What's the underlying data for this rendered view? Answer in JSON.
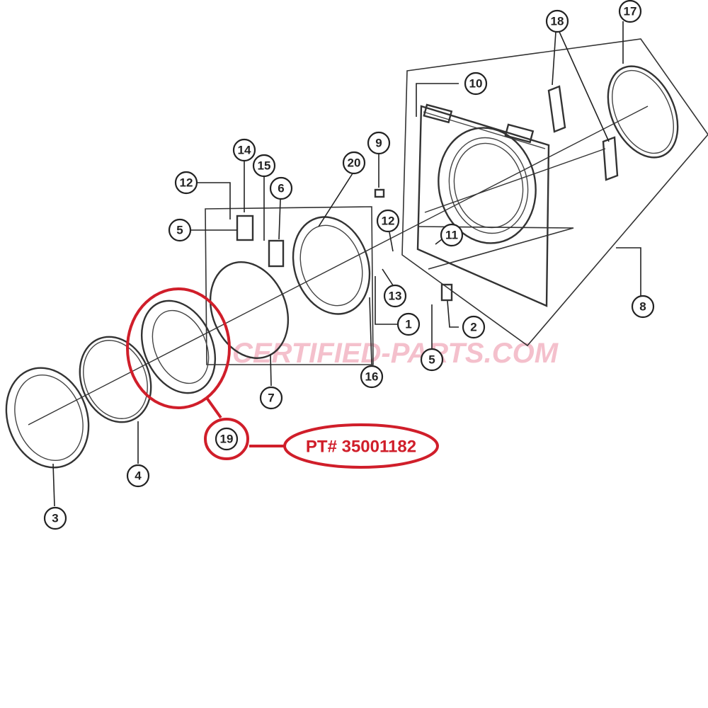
{
  "watermark": "CERTIFIED-PARTS.COM",
  "part_number_label": "PT# 35001182",
  "highlight_color": "#d01e2a",
  "callouts": {
    "c1": "1",
    "c2": "2",
    "c3": "3",
    "c4": "4",
    "c5": "5",
    "c6": "6",
    "c7": "7",
    "c8": "8",
    "c9": "9",
    "c10": "10",
    "c11": "11",
    "c12a": "12",
    "c12b": "12",
    "c13": "13",
    "c14": "14",
    "c15": "15",
    "c16": "16",
    "c17": "17",
    "c18": "18",
    "c19": "19",
    "c20": "20",
    "c_hidden": "5"
  }
}
